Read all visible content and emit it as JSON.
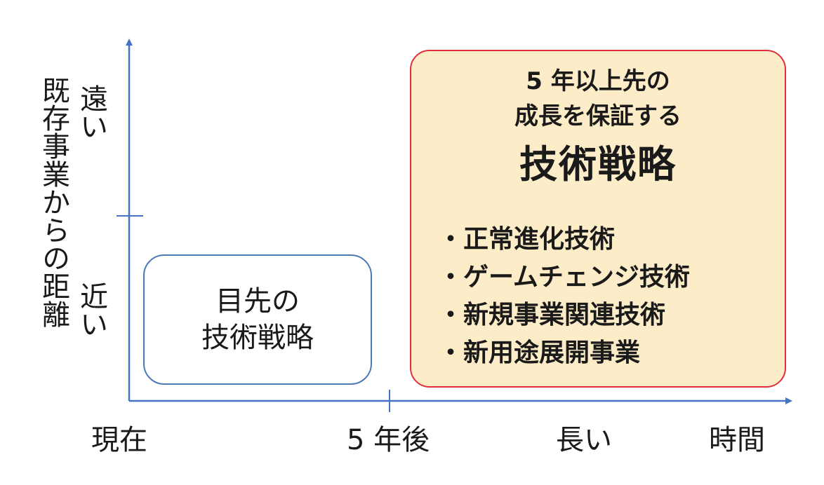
{
  "y_axis": {
    "title": "既存事業からの距離",
    "far_label": "遠い",
    "near_label": "近い"
  },
  "x_axis": {
    "start_label": "現在",
    "mid_label": "5 年後",
    "long_label": "長い",
    "title": "時間"
  },
  "near_box": {
    "line1": "目先の",
    "line2": "技術戦略"
  },
  "far_box": {
    "line1": "5 年以上先の",
    "line2": "成長を保証する",
    "line3": "技術戦略",
    "items": [
      "・正常進化技術",
      "・ゲームチェンジ技術",
      "・新規事業関連技術",
      "・新用途展開事業"
    ]
  },
  "colors": {
    "axis": "#4472c4",
    "near_border": "#4a7ab8",
    "far_border": "#e0303a",
    "far_fill": "#fdecc8"
  }
}
